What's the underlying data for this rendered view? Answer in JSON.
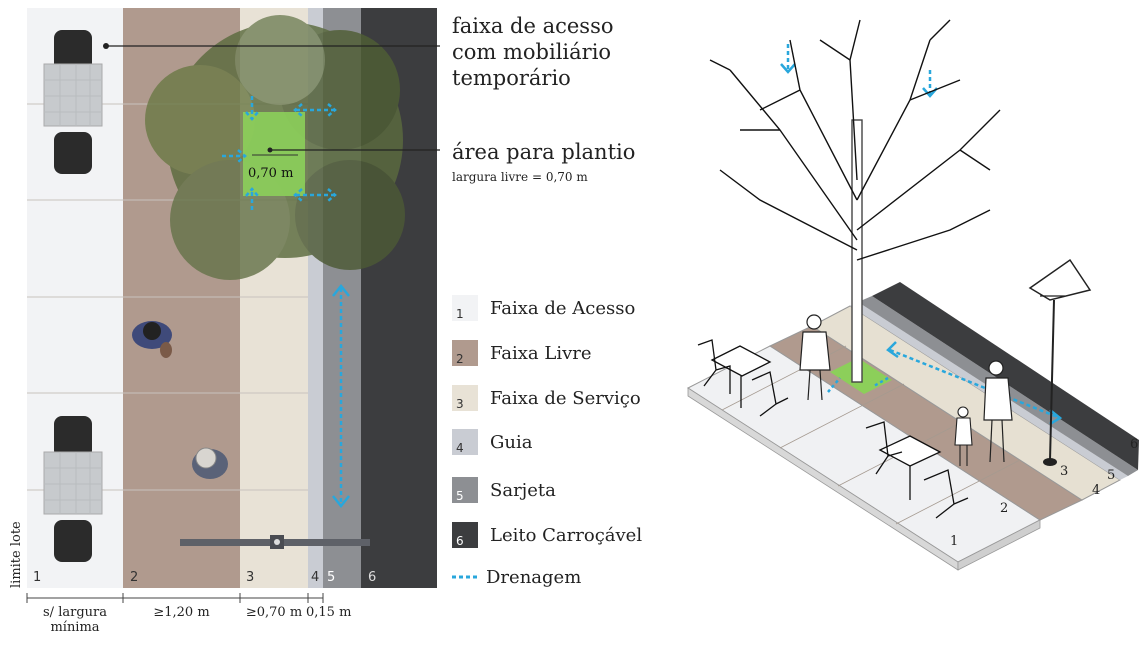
{
  "callouts": {
    "access_strip": [
      "faixa de acesso",
      "com mobiliário",
      "temporário"
    ],
    "planting_title": "área para plantio",
    "planting_sub": "largura livre = 0,70 m",
    "pit_dimension": "0,70 m"
  },
  "plan": {
    "side_label": "limite lote",
    "strip_numbers": [
      "1",
      "2",
      "3",
      "4",
      "5",
      "6"
    ],
    "dimensions": [
      "s/ largura\nmínima",
      "≥1,20 m",
      "≥0,70 m",
      "0,15 m"
    ]
  },
  "legend": [
    {
      "num": "1",
      "label": "Faixa de Acesso",
      "color": "#f2f3f5"
    },
    {
      "num": "2",
      "label": "Faixa Livre",
      "color": "#b09a8e"
    },
    {
      "num": "3",
      "label": "Faixa de Serviço",
      "color": "#e8e2d6"
    },
    {
      "num": "4",
      "label": "Guia",
      "color": "#c9ccd3"
    },
    {
      "num": "5",
      "label": "Sarjeta",
      "color": "#8d8f93"
    },
    {
      "num": "6",
      "label": "Leito Carroçável",
      "color": "#3c3d3f"
    },
    {
      "num": "",
      "label": "Drenagem",
      "color": "#29a7dc"
    }
  ],
  "iso_numbers": [
    "1",
    "2",
    "3",
    "4",
    "5",
    "6"
  ],
  "colors": {
    "acesso": "#f2f3f5",
    "livre": "#b09a8e",
    "servico": "#e8e2d6",
    "guia": "#c9ccd3",
    "sarjeta": "#8d8f93",
    "leito": "#3c3d3f",
    "drenagem": "#29a7dc",
    "plantio": "#8ccf5a",
    "tree": "#5b6b3e"
  }
}
